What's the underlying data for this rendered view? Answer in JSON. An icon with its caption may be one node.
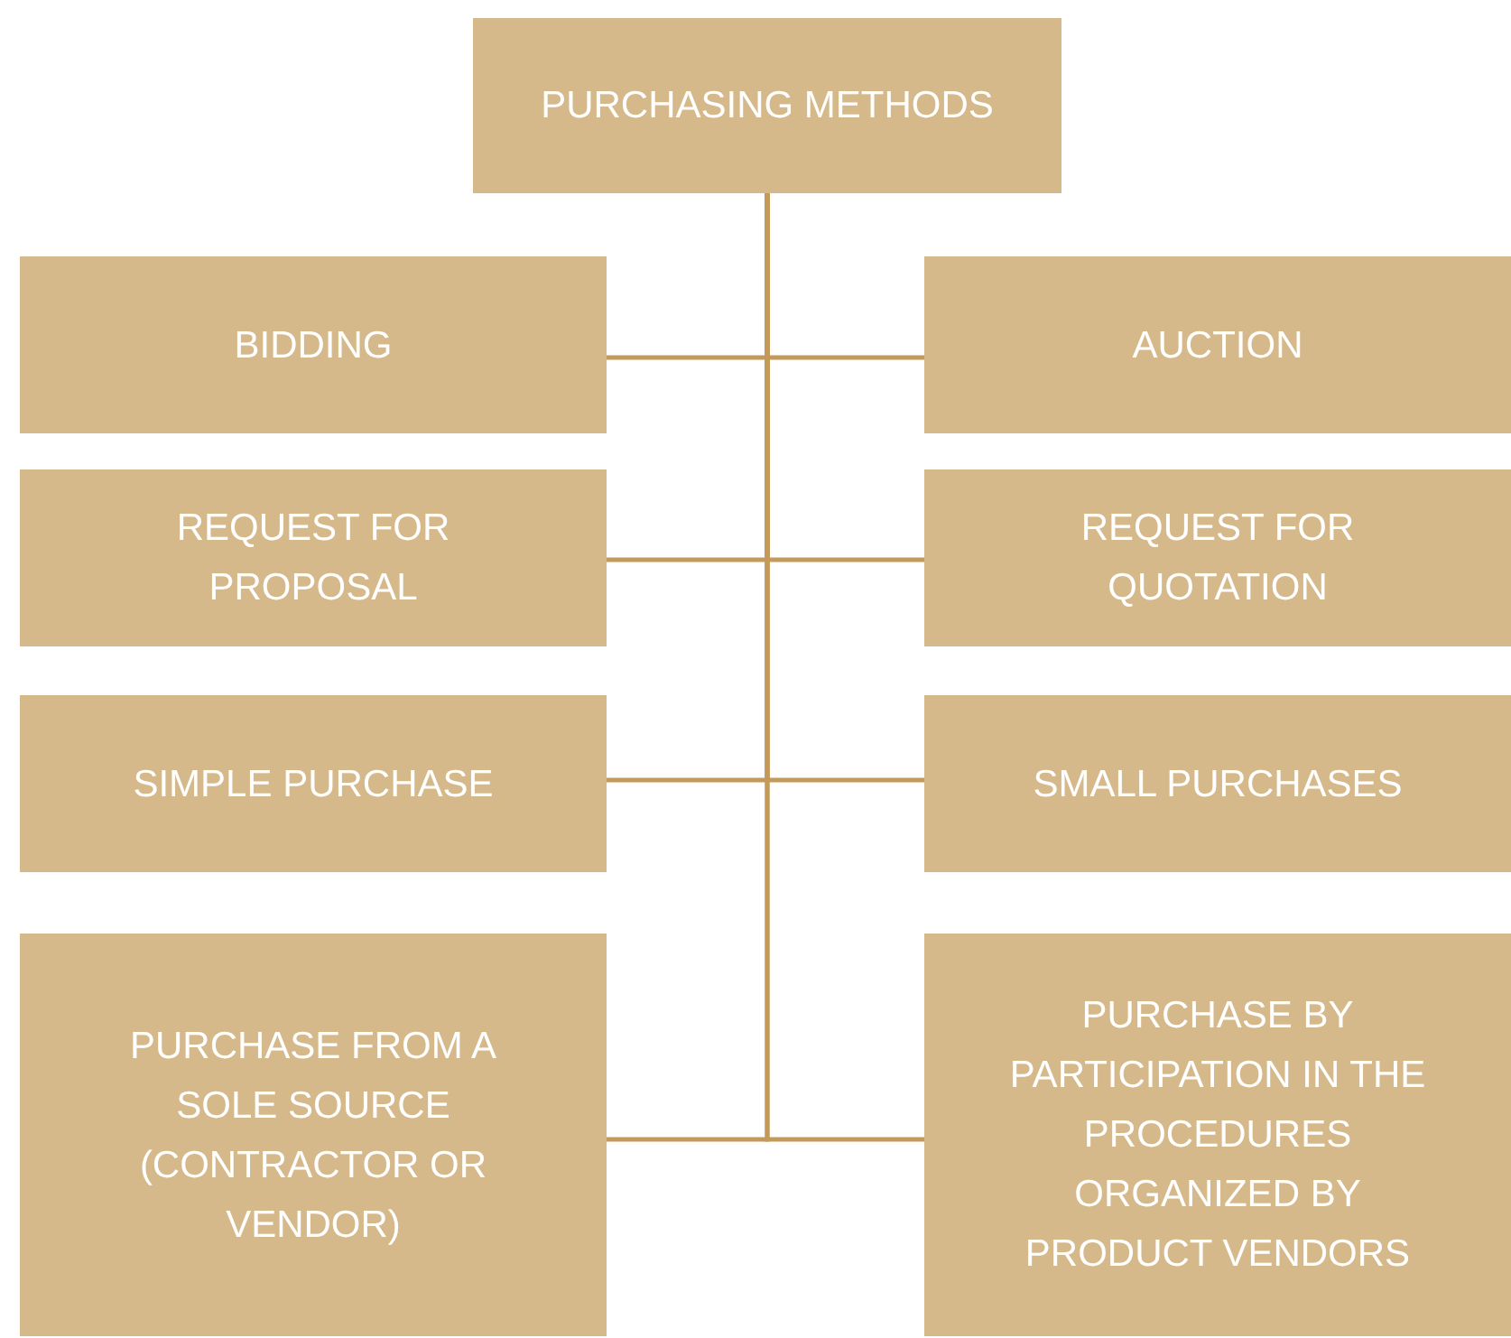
{
  "diagram": {
    "nodes": [
      {
        "text": [
          "PURCHASING METHODS"
        ]
      },
      {
        "text": [
          "BIDDING"
        ]
      },
      {
        "text": [
          "AUCTION"
        ]
      },
      {
        "text": [
          "REQUEST FOR PROPOSAL"
        ]
      },
      {
        "text": [
          "REQUEST FOR QUOTATION"
        ]
      },
      {
        "text": [
          "SIMPLE PURCHASE"
        ]
      },
      {
        "text": [
          "SMALL PURCHASES"
        ]
      },
      {
        "text": [
          "PURCHASE FROM A SOLE SOURCE (CONTRACTOR OR VENDOR)"
        ]
      },
      {
        "text": [
          "PURCHASE BY PARTICIPATION IN THE PROCEDURES ORGANIZED BY PRODUCT VENDORS"
        ]
      }
    ],
    "edges": [
      {
        "from": 0,
        "to": 1,
        "arrow": "none"
      },
      {
        "from": 0,
        "to": 2,
        "arrow": "none"
      },
      {
        "from": 0,
        "to": 3,
        "arrow": "none"
      },
      {
        "from": 0,
        "to": 4,
        "arrow": "none"
      },
      {
        "from": 0,
        "to": 5,
        "arrow": "none"
      },
      {
        "from": 0,
        "to": 6,
        "arrow": "none"
      },
      {
        "from": 0,
        "to": 7,
        "arrow": "none"
      },
      {
        "from": 0,
        "to": 8,
        "arrow": "none"
      }
    ]
  }
}
